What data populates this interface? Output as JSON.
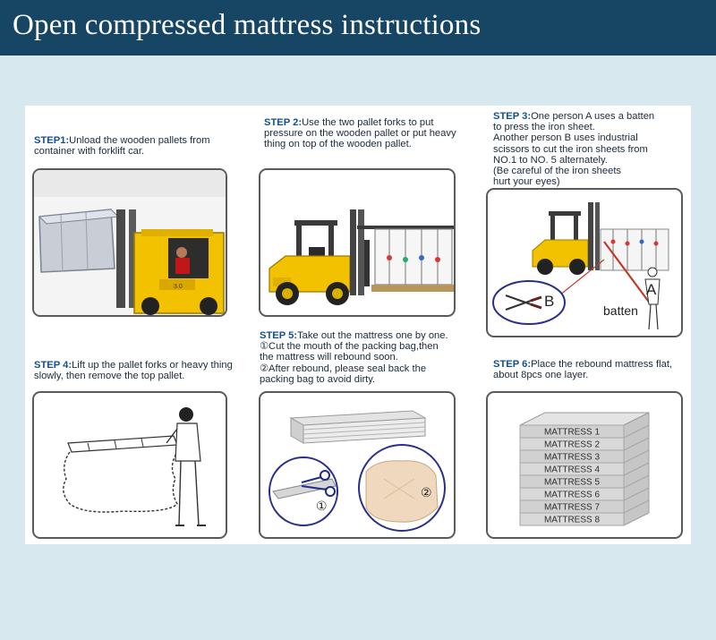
{
  "title": "Open compressed mattress instructions",
  "steps": [
    {
      "label": "STEP1:",
      "text": "Unload the wooden pallets from container with forklift car."
    },
    {
      "label": "STEP 2:",
      "text": "Use the two pallet forks to put pressure on the wooden pallet or put heavy thing on top of the wooden pallet."
    },
    {
      "label": "STEP 3:",
      "lines": [
        "One person A uses a batten",
        "to press the iron sheet.",
        "Another person B uses industrial",
        "scissors to cut the iron sheets from",
        "NO.1 to NO. 5 alternately.",
        "(Be careful of the iron sheets",
        "hurt your eyes)"
      ]
    },
    {
      "label": "STEP 4:",
      "text": "Lift up the pallet forks or heavy thing slowly, then remove the top pallet."
    },
    {
      "label": "STEP 5:",
      "lines": [
        "Take out the mattress one by one.",
        "①Cut the mouth of the packing bag,then",
        "the mattress will rebound soon.",
        "②After rebound, please seal back the",
        "packing bag to avoid dirty."
      ]
    },
    {
      "label": "STEP 6:",
      "text": "Place the rebound mattress flat, about 8pcs one layer."
    }
  ],
  "step3_labels": {
    "a": "A",
    "b": "B",
    "batten": "batten"
  },
  "step5_markers": [
    "①",
    "②"
  ],
  "mattress_labels": [
    "MATTRESS 1",
    "MATTRESS 2",
    "MATTRESS 3",
    "MATTRESS 4",
    "MATTRESS 5",
    "MATTRESS 6",
    "MATTRESS 7",
    "MATTRESS 8"
  ],
  "colors": {
    "banner": "#174664",
    "background": "#d7e8ee",
    "step_label": "#14508e",
    "forklift": "#f2c200",
    "circle": "#2a2f8a"
  }
}
